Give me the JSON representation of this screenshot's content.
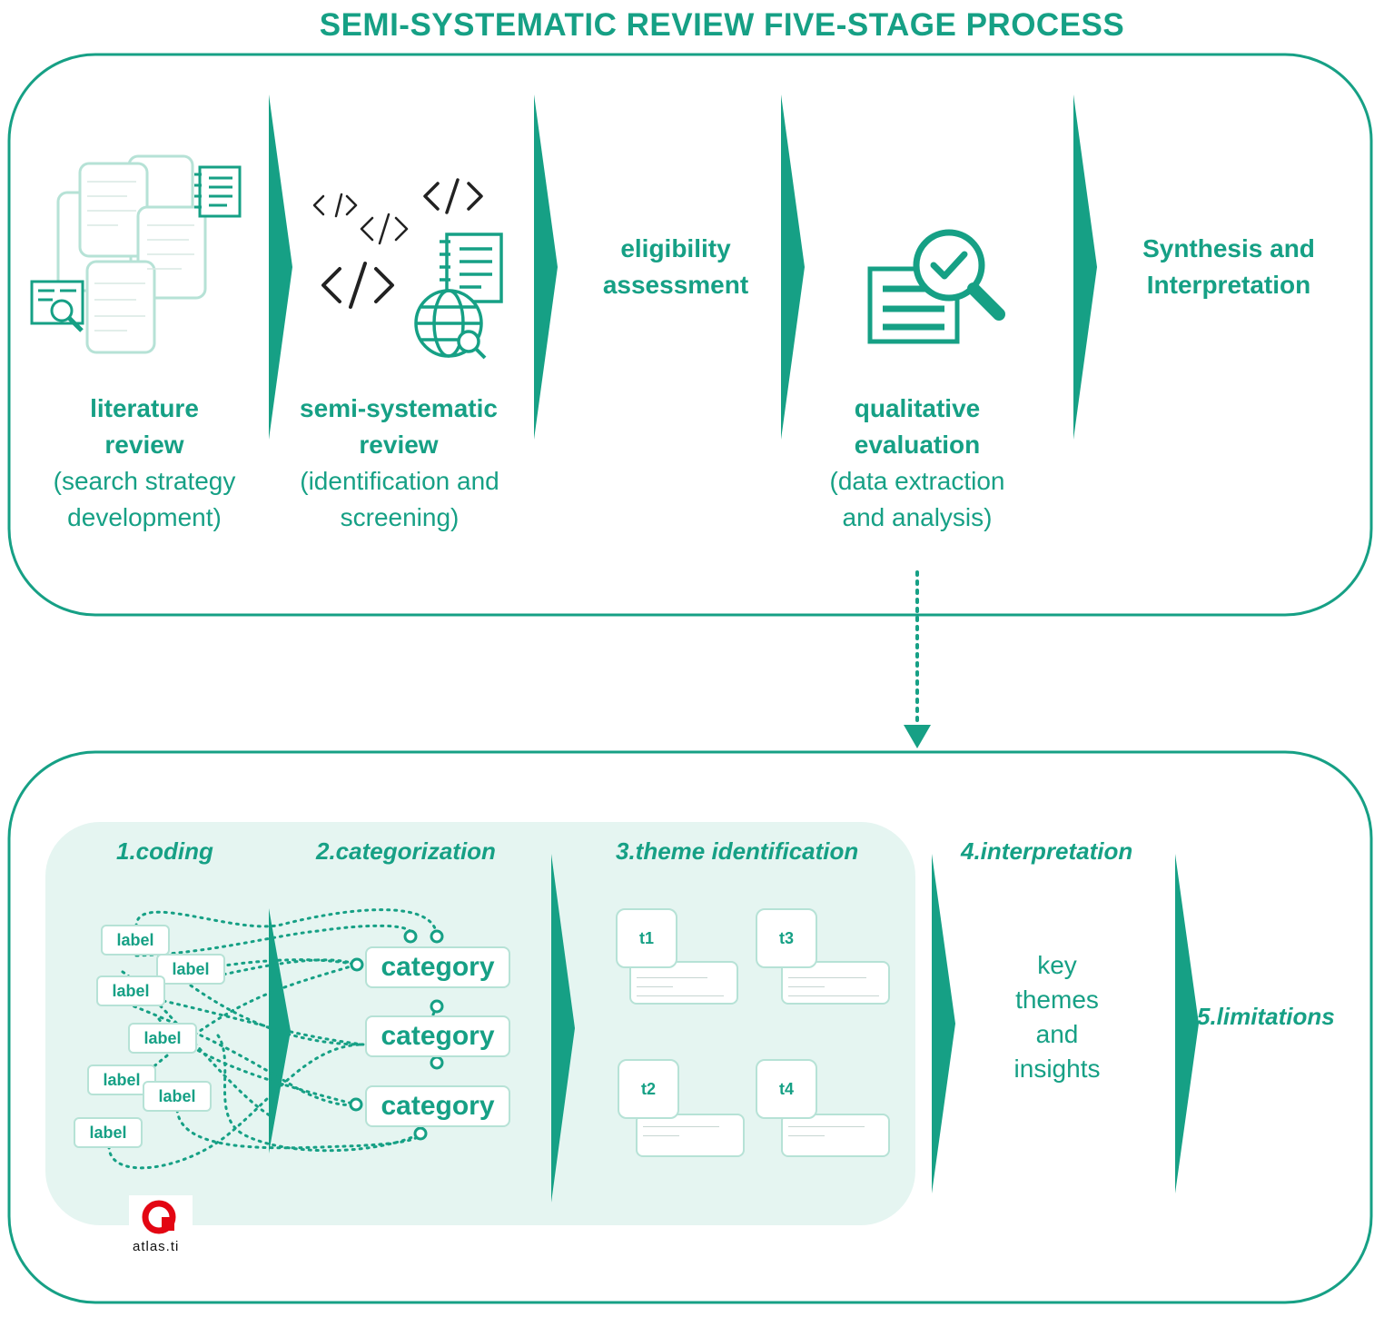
{
  "title": "SEMI-SYSTEMATIC REVIEW FIVE-STAGE PROCESS",
  "colors": {
    "accent": "#16a085",
    "light_panel": "#e5f5f1",
    "box_border": "#b6e2d6",
    "atlas_red": "#e30613"
  },
  "stages": [
    {
      "title": "literature review",
      "subtitle": "(search strategy development)",
      "icon": "documents-search-icon"
    },
    {
      "title": "semi-systematic review",
      "subtitle": "(identification and screening)",
      "icon": "code-globe-icon"
    },
    {
      "title": "eligibility assessment",
      "subtitle": ""
    },
    {
      "title": "qualitative evaluation",
      "subtitle": "(data extraction and analysis)",
      "icon": "form-magnifier-check-icon"
    },
    {
      "title": "Synthesis and Interpretation",
      "subtitle": ""
    }
  ],
  "steps": [
    {
      "title": "1.coding"
    },
    {
      "title": "2.categorization"
    },
    {
      "title": "3.theme identification"
    },
    {
      "title": "4.interpretation"
    },
    {
      "title": "5.limitations"
    }
  ],
  "labels": [
    "label",
    "label",
    "label",
    "label",
    "label",
    "label",
    "label"
  ],
  "categories": [
    "category",
    "category",
    "category"
  ],
  "themes": [
    "t1",
    "t3",
    "t2",
    "t4"
  ],
  "interpretation_text": "key themes and insights",
  "logo": {
    "name": "atlas.ti"
  }
}
